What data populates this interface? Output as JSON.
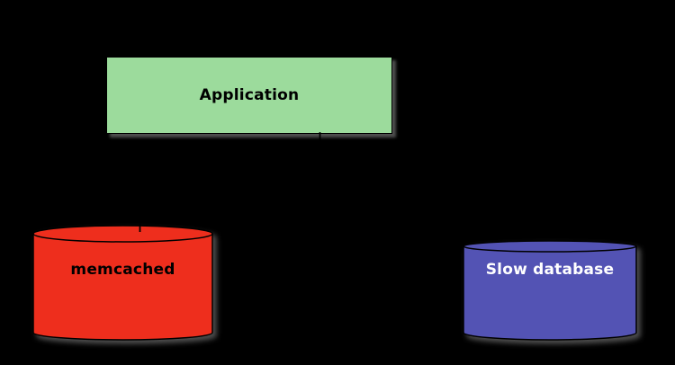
{
  "canvas": {
    "background": "#000000",
    "shadow_color": "#4e4e4e"
  },
  "nodes": [
    {
      "id": "application",
      "label": "Application",
      "shape": "rectangle",
      "fill": "#9cdb9c",
      "stroke": "#000000",
      "text_color": "#000000"
    },
    {
      "id": "memcached",
      "label": "memcached",
      "shape": "cylinder",
      "fill": "#ee2e1d",
      "stroke": "#000000",
      "text_color": "#000000"
    },
    {
      "id": "slow-database",
      "label": "Slow database",
      "shape": "cylinder",
      "fill": "#5353b4",
      "stroke": "#000000",
      "text_color": "#ffffff"
    }
  ],
  "connectors": [
    {
      "id": "stub-application-to-slow-database",
      "color": "#000000",
      "note": "short vertical stub visible below Application box"
    },
    {
      "id": "stub-into-memcached",
      "color": "#000000",
      "note": "short vertical stub visible entering memcached cylinder top"
    }
  ]
}
